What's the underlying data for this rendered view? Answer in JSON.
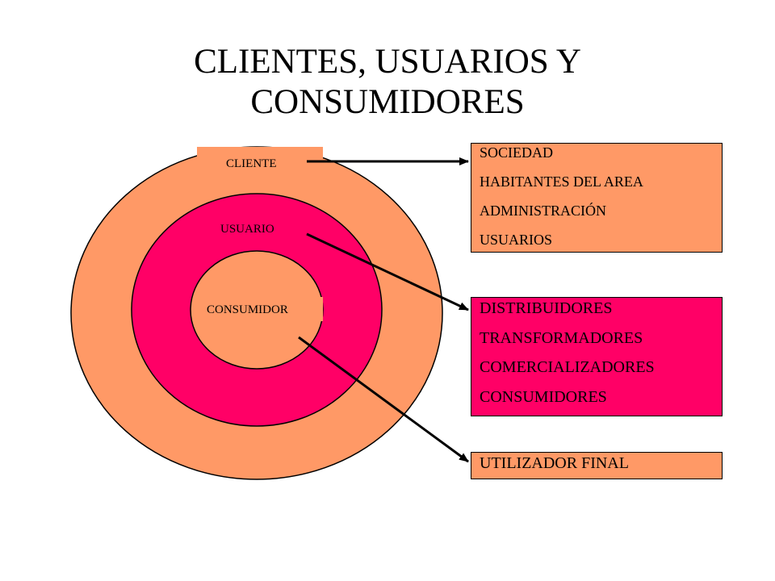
{
  "title": {
    "line1": "CLIENTES, USUARIOS Y",
    "line2": "CONSUMIDORES"
  },
  "rings": {
    "outer": {
      "label": "CLIENTE",
      "color": "#FF9966"
    },
    "middle": {
      "label": "USUARIO",
      "color": "#FF0066"
    },
    "inner": {
      "label": "CONSUMIDOR",
      "color": "#FF9966"
    }
  },
  "boxes": {
    "cliente": {
      "color": "#FF9966",
      "lines": [
        "SOCIEDAD",
        "HABITANTES DEL AREA",
        "ADMINISTRACIÓN",
        "USUARIOS"
      ]
    },
    "usuario": {
      "color": "#FF0066",
      "lines": [
        "DISTRIBUIDORES",
        "TRANSFORMADORES",
        "COMERCIALIZADORES",
        "CONSUMIDORES"
      ]
    },
    "consumidor": {
      "color": "#FF9966",
      "lines": [
        "UTILIZADOR FINAL"
      ]
    }
  },
  "arrow_color": "#000000"
}
